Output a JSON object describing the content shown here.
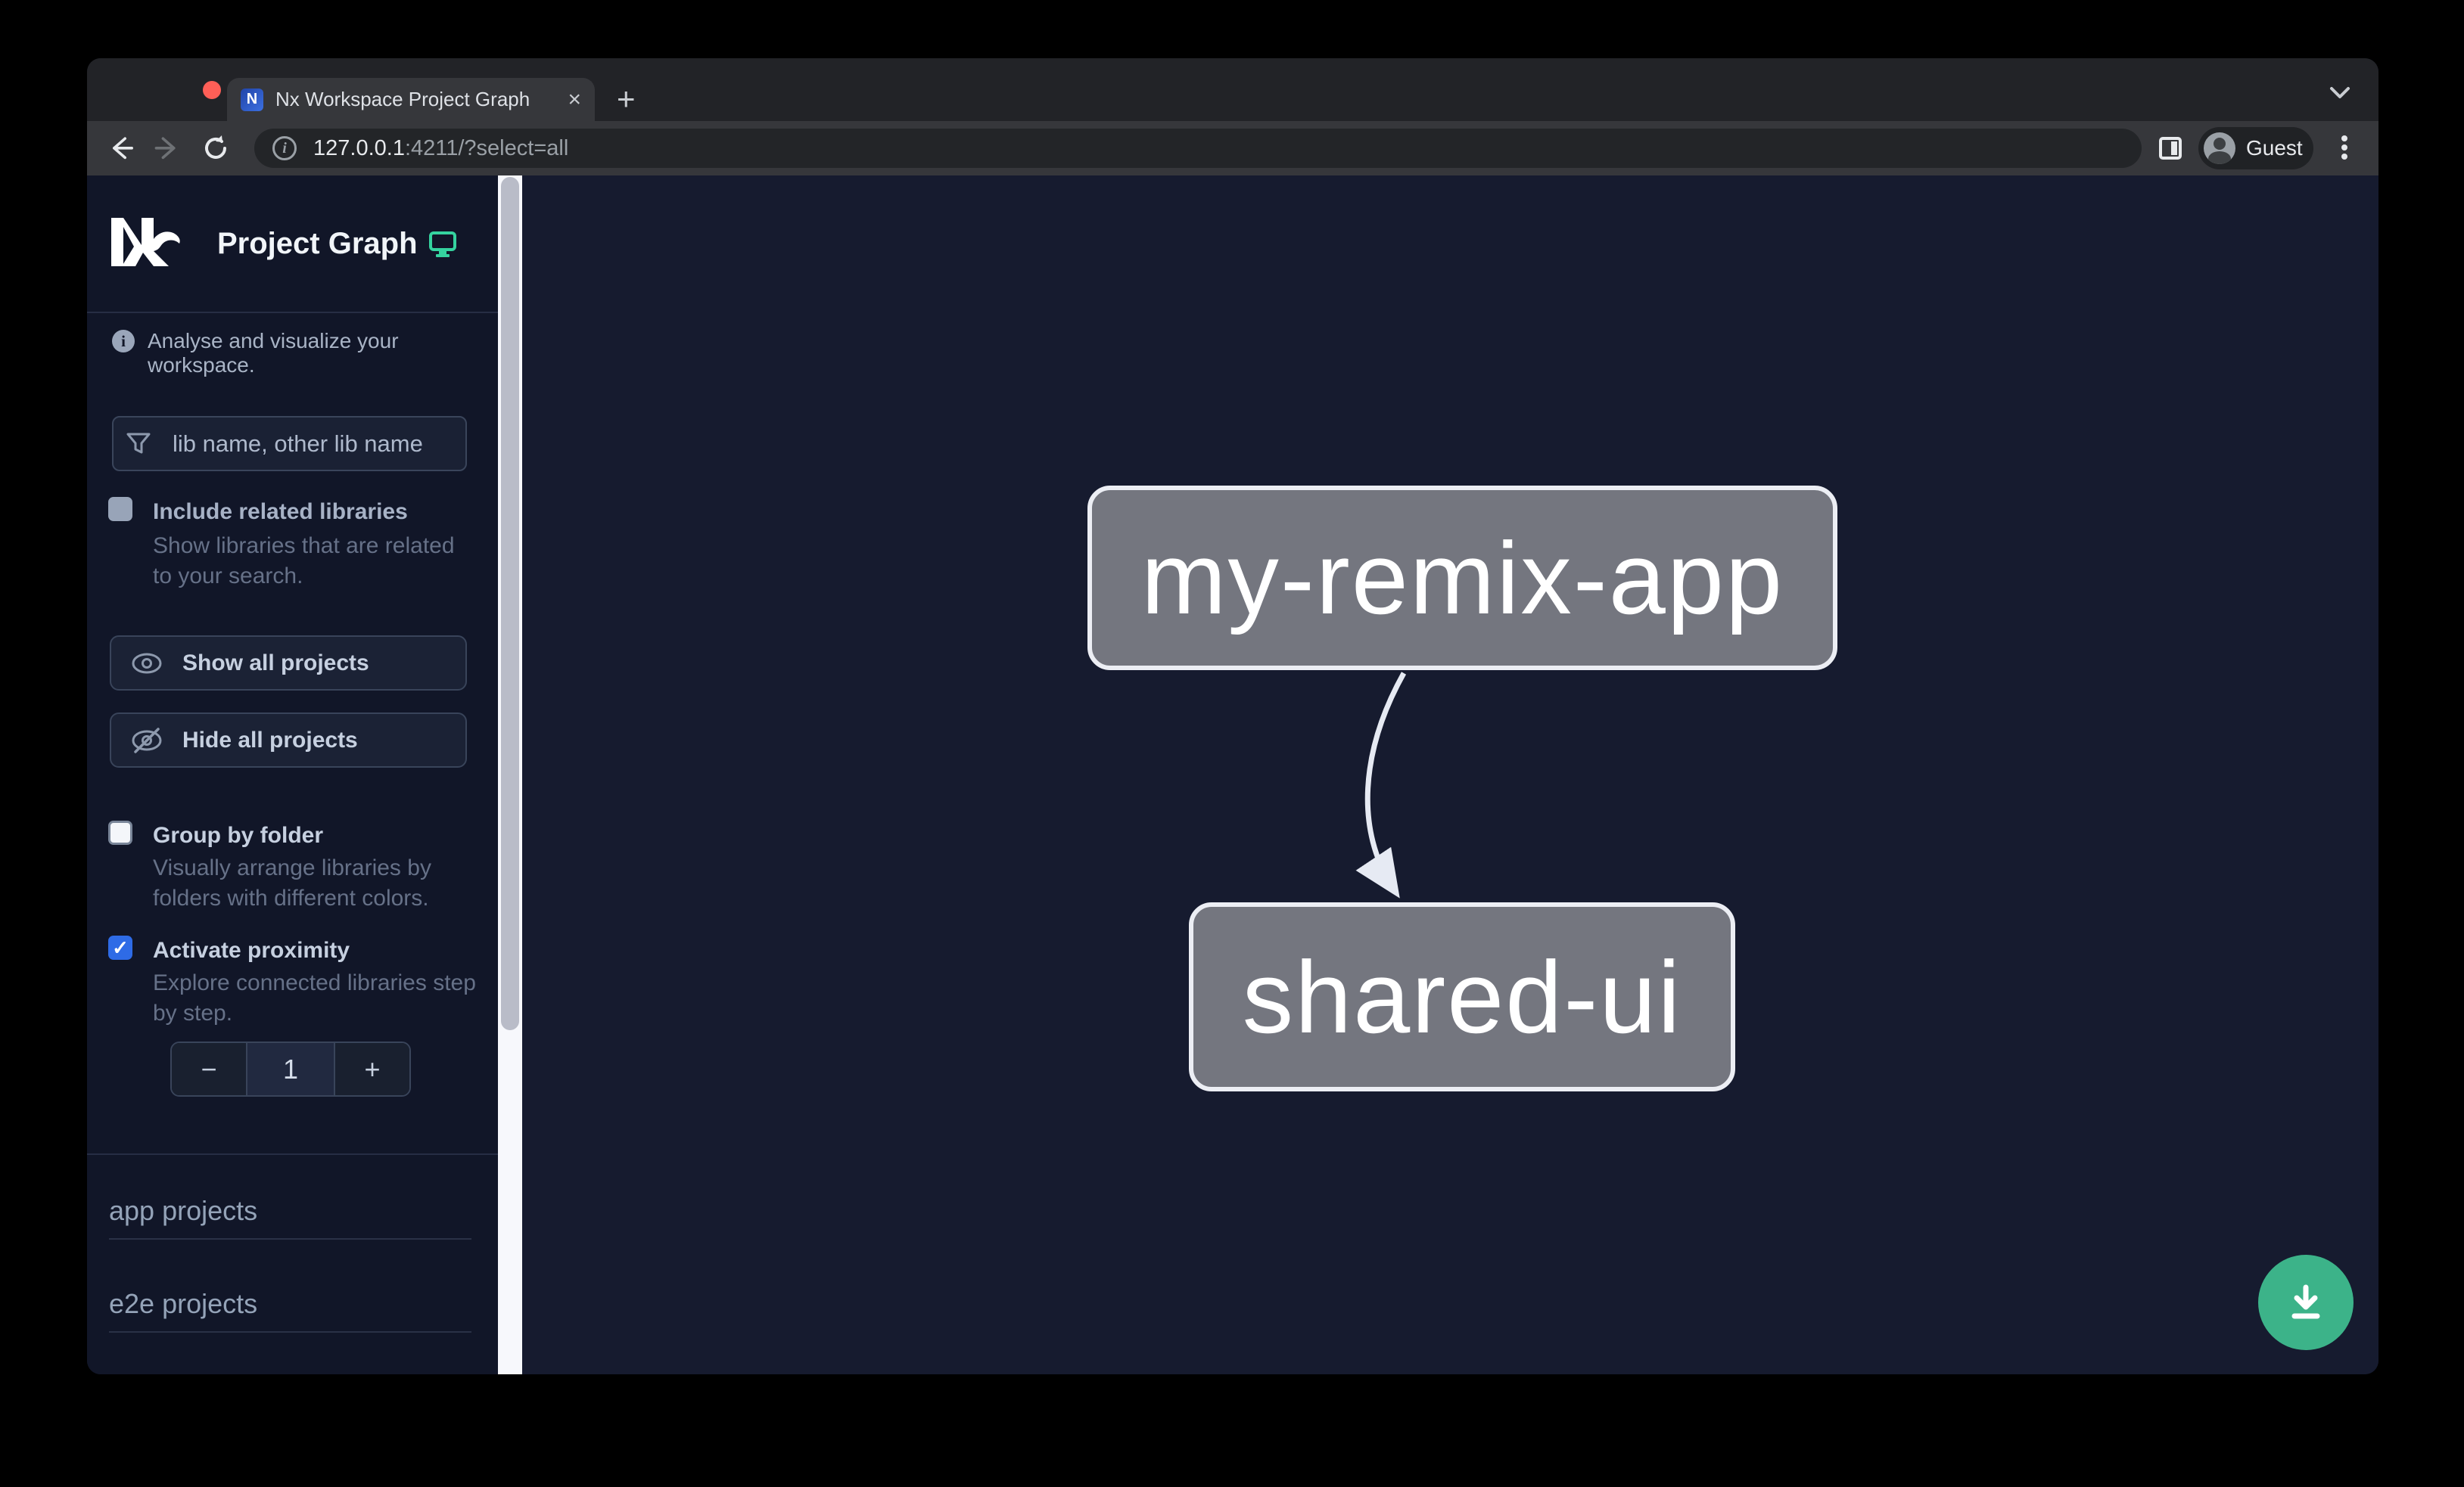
{
  "browser": {
    "tab_title": "Nx Workspace Project Graph",
    "close_tab": "×",
    "new_tab": "+",
    "url_host": "127.0.0.1",
    "url_rest": ":4211/?select=all",
    "info_glyph": "i",
    "profile_label": "Guest"
  },
  "sidebar": {
    "app_title": "Project Graph",
    "tagline": "Analyse and visualize your workspace.",
    "filter_placeholder": "lib name, other lib name",
    "include_related": {
      "label": "Include related libraries",
      "description": "Show libraries that are related to your search.",
      "checked": false
    },
    "show_all_label": "Show all projects",
    "hide_all_label": "Hide all projects",
    "group_by_folder": {
      "label": "Group by folder",
      "description": "Visually arrange libraries by folders with different colors.",
      "checked": false
    },
    "activate_proximity": {
      "label": "Activate proximity",
      "description": "Explore connected libraries step by step.",
      "checked": true,
      "check_glyph": "✓"
    },
    "stepper": {
      "decrement": "−",
      "value": "1",
      "increment": "+"
    },
    "sections": [
      {
        "label": "app projects"
      },
      {
        "label": "e2e projects"
      }
    ]
  },
  "graph": {
    "nodes": [
      {
        "id": "my-remix-app",
        "label": "my-remix-app"
      },
      {
        "id": "shared-ui",
        "label": "shared-ui"
      }
    ],
    "edges": [
      {
        "from": "my-remix-app",
        "to": "shared-ui"
      }
    ]
  },
  "colors": {
    "accent_checkbox": "#2E6BE6",
    "node_fill": "#74767F",
    "node_border": "#ECEEF4",
    "edge": "#E6EAF3",
    "fab_green": "#3CB389",
    "monitor_icon": "#35D39F",
    "canvas_bg": "#161B2F",
    "sidebar_bg": "#111628"
  }
}
